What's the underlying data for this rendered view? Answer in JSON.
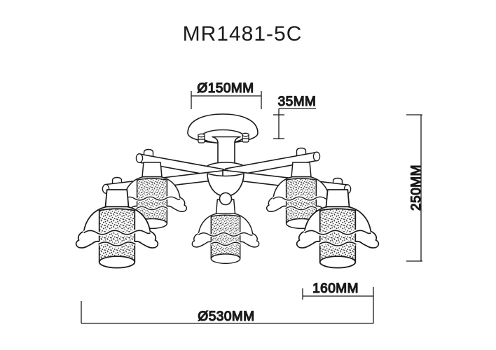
{
  "title": "MR1481-5C",
  "drawing": {
    "type": "ceiling-lamp-technical-drawing",
    "background_color": "#ffffff",
    "line_color": "#1b1b1b",
    "shade_count": 5
  },
  "dimensions": {
    "canopy_diameter": "Ø150MM",
    "canopy_height": "35MM",
    "fixture_height": "250MM",
    "shade_width": "160MM",
    "fixture_diameter": "Ø530MM"
  }
}
